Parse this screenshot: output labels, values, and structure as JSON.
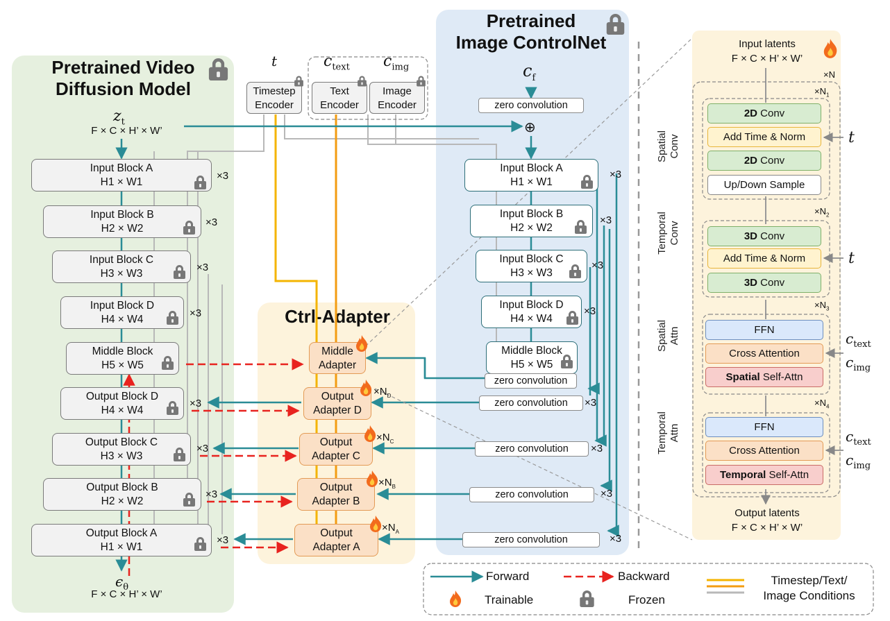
{
  "video_model": {
    "title_line1": "Pretrained Video",
    "title_line2": "Diffusion Model",
    "input_symbol": "z",
    "input_sub": "t",
    "input_dims": "F × C × H’ × W’",
    "output_symbol": "ϵ",
    "output_sub": "θ",
    "output_dims": "F × C × H’ × W’",
    "blocks": [
      {
        "name": "Input Block A",
        "dims": "H1 × W1",
        "mult": "×3"
      },
      {
        "name": "Input Block B",
        "dims": "H2 × W2",
        "mult": "×3"
      },
      {
        "name": "Input Block C",
        "dims": "H3 × W3",
        "mult": "×3"
      },
      {
        "name": "Input Block D",
        "dims": "H4 × W4",
        "mult": "×3"
      },
      {
        "name": "Middle Block",
        "dims": "H5 × W5",
        "mult": ""
      },
      {
        "name": "Output Block D",
        "dims": "H4 × W4",
        "mult": "×3"
      },
      {
        "name": "Output Block C",
        "dims": "H3 × W3",
        "mult": "×3"
      },
      {
        "name": "Output Block B",
        "dims": "H2 × W2",
        "mult": "×3"
      },
      {
        "name": "Output Block A",
        "dims": "H1 × W1",
        "mult": "×3"
      }
    ]
  },
  "encoders": {
    "t_symbol": "t",
    "timestep": {
      "line1": "Timestep",
      "line2": "Encoder"
    },
    "text_symbol": "c",
    "text_sub": "text",
    "text": {
      "line1": "Text",
      "line2": "Encoder"
    },
    "img_symbol": "c",
    "img_sub": "img",
    "image": {
      "line1": "Image",
      "line2": "Encoder"
    }
  },
  "controlnet": {
    "title_line1": "Pretrained",
    "title_line2": "Image ControlNet",
    "cond_symbol": "c",
    "cond_sub": "f",
    "zero_conv": "zero convolution",
    "plus": "⊕",
    "blocks": [
      {
        "name": "Input Block A",
        "dims": "H1 × W1",
        "mult": "×3"
      },
      {
        "name": "Input Block B",
        "dims": "H2 × W2",
        "mult": "×3"
      },
      {
        "name": "Input Block C",
        "dims": "H3 × W3",
        "mult": "×3"
      },
      {
        "name": "Input Block D",
        "dims": "H4 × W4",
        "mult": "×3"
      },
      {
        "name": "Middle Block",
        "dims": "H5 × W5",
        "mult": ""
      }
    ],
    "zc_mults": [
      "×3",
      "×3",
      "×3",
      "×3"
    ]
  },
  "ctrl_adapter": {
    "title": "Ctrl-Adapter",
    "middle": {
      "line1": "Middle",
      "line2": "Adapter"
    },
    "outputs": [
      {
        "line1": "Output",
        "line2": "Adapter D",
        "n": "×N",
        "sub": "D"
      },
      {
        "line1": "Output",
        "line2": "Adapter C",
        "n": "×N",
        "sub": "C"
      },
      {
        "line1": "Output",
        "line2": "Adapter B",
        "n": "×N",
        "sub": "B"
      },
      {
        "line1": "Output",
        "line2": "Adapter A",
        "n": "×N",
        "sub": "A"
      }
    ]
  },
  "detail": {
    "input_label": "Input latents",
    "input_dims": "F × C × H’ × W’",
    "n_all": "×N",
    "output_label": "Output latents",
    "output_dims": "F × C × H’ × W’",
    "t_symbol": "t",
    "ctext_symbol": "c",
    "ctext_sub": "text",
    "cimg_symbol": "c",
    "cimg_sub": "img",
    "groups": [
      {
        "side": "Spatial Conv",
        "side1": "Spatial",
        "side2": "Conv",
        "n": "×N",
        "sub": "1",
        "items": [
          {
            "bold": "2D",
            "rest": " Conv"
          },
          {
            "bold": "",
            "rest": "Add Time & Norm"
          },
          {
            "bold": "2D",
            "rest": " Conv"
          },
          {
            "bold": "",
            "rest": "Up/Down Sample"
          }
        ]
      },
      {
        "side": "Temporal Conv",
        "side1": "Temporal",
        "side2": "Conv",
        "n": "×N",
        "sub": "2",
        "items": [
          {
            "bold": "3D",
            "rest": " Conv"
          },
          {
            "bold": "",
            "rest": "Add Time & Norm"
          },
          {
            "bold": "3D",
            "rest": " Conv"
          }
        ]
      },
      {
        "side": "Spatial Attn",
        "side1": "Spatial",
        "side2": "Attn",
        "n": "×N",
        "sub": "3",
        "items": [
          {
            "bold": "",
            "rest": "FFN"
          },
          {
            "bold": "",
            "rest": "Cross Attention"
          },
          {
            "bold": "Spatial",
            "rest": " Self-Attn"
          }
        ]
      },
      {
        "side": "Temporal Attn",
        "side1": "Temporal",
        "side2": "Attn",
        "n": "×N",
        "sub": "4",
        "items": [
          {
            "bold": "",
            "rest": "FFN"
          },
          {
            "bold": "",
            "rest": "Cross Attention"
          },
          {
            "bold": "Temporal",
            "rest": " Self-Attn"
          }
        ]
      }
    ]
  },
  "legend": {
    "forward": "Forward",
    "backward": "Backward",
    "trainable": "Trainable",
    "frozen": "Frozen",
    "conditions_line1": "Timestep/Text/",
    "conditions_line2": "Image Conditions"
  },
  "colors": {
    "forward": "#2a8c96",
    "backward": "#e8231f",
    "video_panel": "#e6f0df",
    "controlnet_panel": "#dfeaf6",
    "adapter_panel": "#fdf3dc",
    "timestep_line": "#f4b400",
    "text_line": "#f39c12",
    "image_line": "#b4b4b4"
  }
}
